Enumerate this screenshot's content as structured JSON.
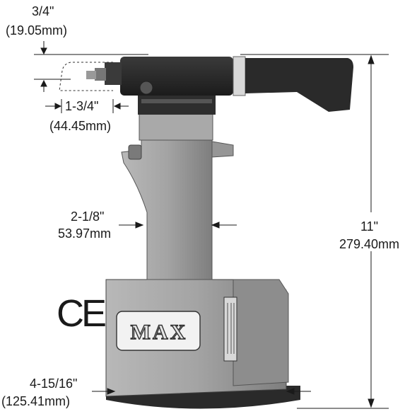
{
  "dimensions": {
    "nose_height": {
      "imperial": "3/4\"",
      "metric": "(19.05mm)"
    },
    "nose_length": {
      "imperial": "1-3/4\"",
      "metric": "(44.45mm)"
    },
    "grip_width": {
      "imperial": "2-1/8\"",
      "metric": "53.97mm"
    },
    "overall_height": {
      "imperial": "11\"",
      "metric": "279.40mm"
    },
    "base_width": {
      "imperial": "4-15/16\"",
      "metric": "(125.41mm)"
    }
  },
  "marks": {
    "ce_mark": "CE",
    "brand": "MAX"
  },
  "colors": {
    "body_gray": "#a3a3a3",
    "head_black": "#262626",
    "line": "#1a1a1a"
  }
}
